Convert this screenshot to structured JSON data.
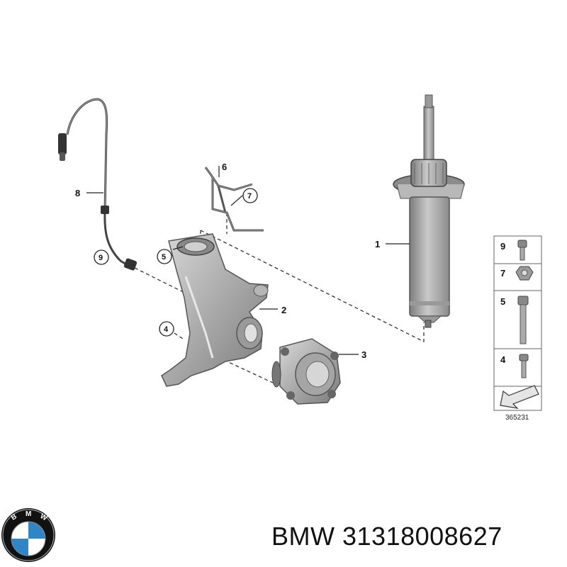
{
  "diagram": {
    "callouts": {
      "c1": "1",
      "c2": "2",
      "c3": "3",
      "c4": "4",
      "c5": "5",
      "c6": "6",
      "c7": "7",
      "c8": "8",
      "c9": "9"
    },
    "side_legend": [
      "9",
      "7",
      "5",
      "4"
    ],
    "diagram_id": "365231"
  },
  "footer": {
    "brand": "BMW",
    "part_number": "31318008627"
  },
  "logo": {
    "letters": "BMW",
    "colors": {
      "blue": "#2f86c7",
      "white": "#ffffff",
      "ring": "#111111"
    }
  }
}
